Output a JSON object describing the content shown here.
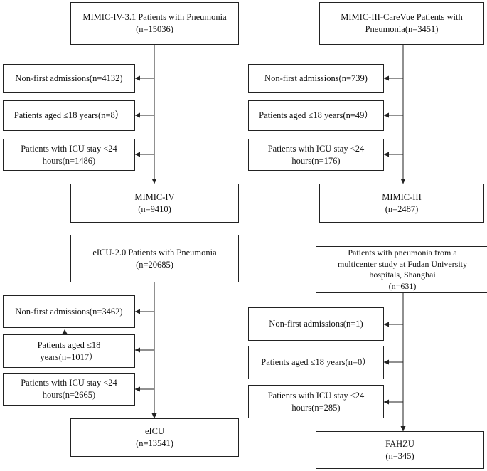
{
  "colors": {
    "stroke": "#222222",
    "background": "#ffffff"
  },
  "flows": [
    {
      "source": [
        "MIMIC-IV-3.1 Patients with Pneumonia",
        "(n=15036)"
      ],
      "exclusions": [
        [
          "Non-first admissions(n=4132)"
        ],
        [
          "Patients aged ≤18 years(n=8）"
        ],
        [
          "Patients with ICU stay <24",
          "hours(n=1486)"
        ]
      ],
      "result": [
        "MIMIC-IV",
        "(n=9410)"
      ]
    },
    {
      "source": [
        "MIMIC-III-CareVue Patients with",
        "Pneumonia(n=3451)"
      ],
      "exclusions": [
        [
          "Non-first admissions(n=739)"
        ],
        [
          "Patients aged ≤18 years(n=49）"
        ],
        [
          "Patients with ICU stay <24",
          "hours(n=176)"
        ]
      ],
      "result": [
        "MIMIC-III",
        "(n=2487)"
      ]
    },
    {
      "source": [
        "eICU-2.0 Patients with Pneumonia",
        "(n=20685)"
      ],
      "exclusions": [
        [
          "Non-first admissions(n=3462)"
        ],
        [
          "Patients aged ≤18",
          "years(n=1017）"
        ],
        [
          "Patients with ICU stay <24",
          "hours(n=2665)"
        ]
      ],
      "result": [
        "eICU",
        "(n=13541)"
      ]
    },
    {
      "source": [
        "Patients with pneumonia from a",
        "multicenter study at Fudan University",
        "hospitals, Shanghai",
        "(n=631)"
      ],
      "exclusions": [
        [
          "Non-first admissions(n=1)"
        ],
        [
          "Patients aged ≤18 years(n=0）"
        ],
        [
          "Patients with ICU stay <24",
          "hours(n=285)"
        ]
      ],
      "result": [
        "FAHZU",
        "(n=345)"
      ]
    }
  ]
}
